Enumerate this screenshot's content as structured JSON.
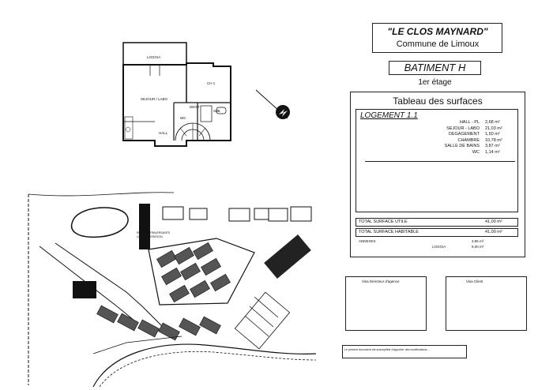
{
  "header": {
    "title": "\"LE CLOS MAYNARD\"",
    "subtitle": "Commune de Limoux",
    "building": "BATIMENT H",
    "floor": "1er étage"
  },
  "plan": {
    "rooms": {
      "loggia": "LOGGIA",
      "sejour": "SEJOUR / LABO",
      "chambre": "CH 1",
      "degagement": "DEGT",
      "wc": "WC",
      "hall": "HALL",
      "salle_bain": "SdB"
    },
    "north_label": "N"
  },
  "surfaces": {
    "title": "Tableau des surfaces",
    "unit": "LOGEMENT 1.1",
    "rows": [
      {
        "label": "HALL - PL",
        "value": "2,68 m²"
      },
      {
        "label": "SEJOUR - LABO",
        "value": "21,03 m²"
      },
      {
        "label": "DEGAGEMENT",
        "value": "1,50 m²"
      },
      {
        "label": "CHAMBRE",
        "value": "10,78 m²"
      },
      {
        "label": "SALLE DE BAINS",
        "value": "3,87 m²"
      },
      {
        "label": "WC",
        "value": "1,14 m²"
      }
    ],
    "total_utile_label": "TOTAL SURFACE UTILE",
    "total_utile_value": "41,00 m²",
    "total_habitable_label": "TOTAL SURFACE HABITABLE",
    "total_habitable_value": "41,00 m²",
    "annexes": [
      {
        "label": "ANNEXES",
        "value": "3,95 m²"
      },
      {
        "label": "LOGGIA",
        "value": "9,00 m²"
      }
    ]
  },
  "visas": {
    "agency": "Visa Directeur d'agence",
    "client": "Visa Client"
  },
  "site_plan": {
    "label1": "RUE DES TRAVERSANTS",
    "label2": "LIMITE OPERATION"
  },
  "footer_note": "Le présent document est susceptible d'apporter des modifications ..."
}
